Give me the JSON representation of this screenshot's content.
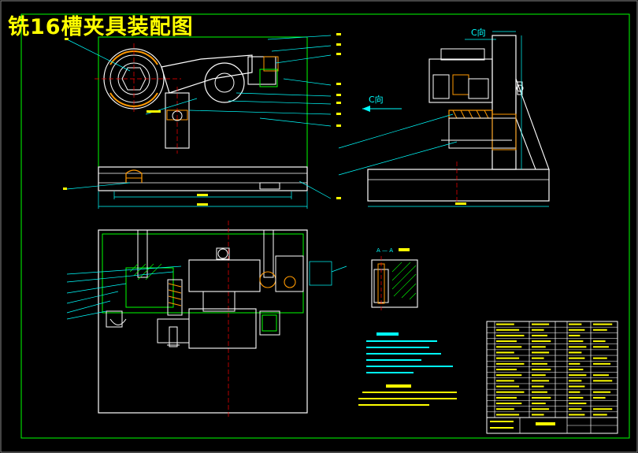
{
  "title": "铣16槽夹具装配图",
  "view_labels": {
    "c_view_top": "C向",
    "c_view_arrow": "C向",
    "section_label": "A — A"
  },
  "colors": {
    "background": "#000000",
    "frame": "#00ff00",
    "parts": "#ffffff",
    "leader_lines": "#00ffff",
    "dimensions": "#00ffff",
    "center_lines": "#ff0000",
    "hatch": "#00ff00",
    "springs": "#ff9900",
    "title_text": "#ffff00",
    "table_text": "#ffff00",
    "notes_text": "#00ffff"
  }
}
